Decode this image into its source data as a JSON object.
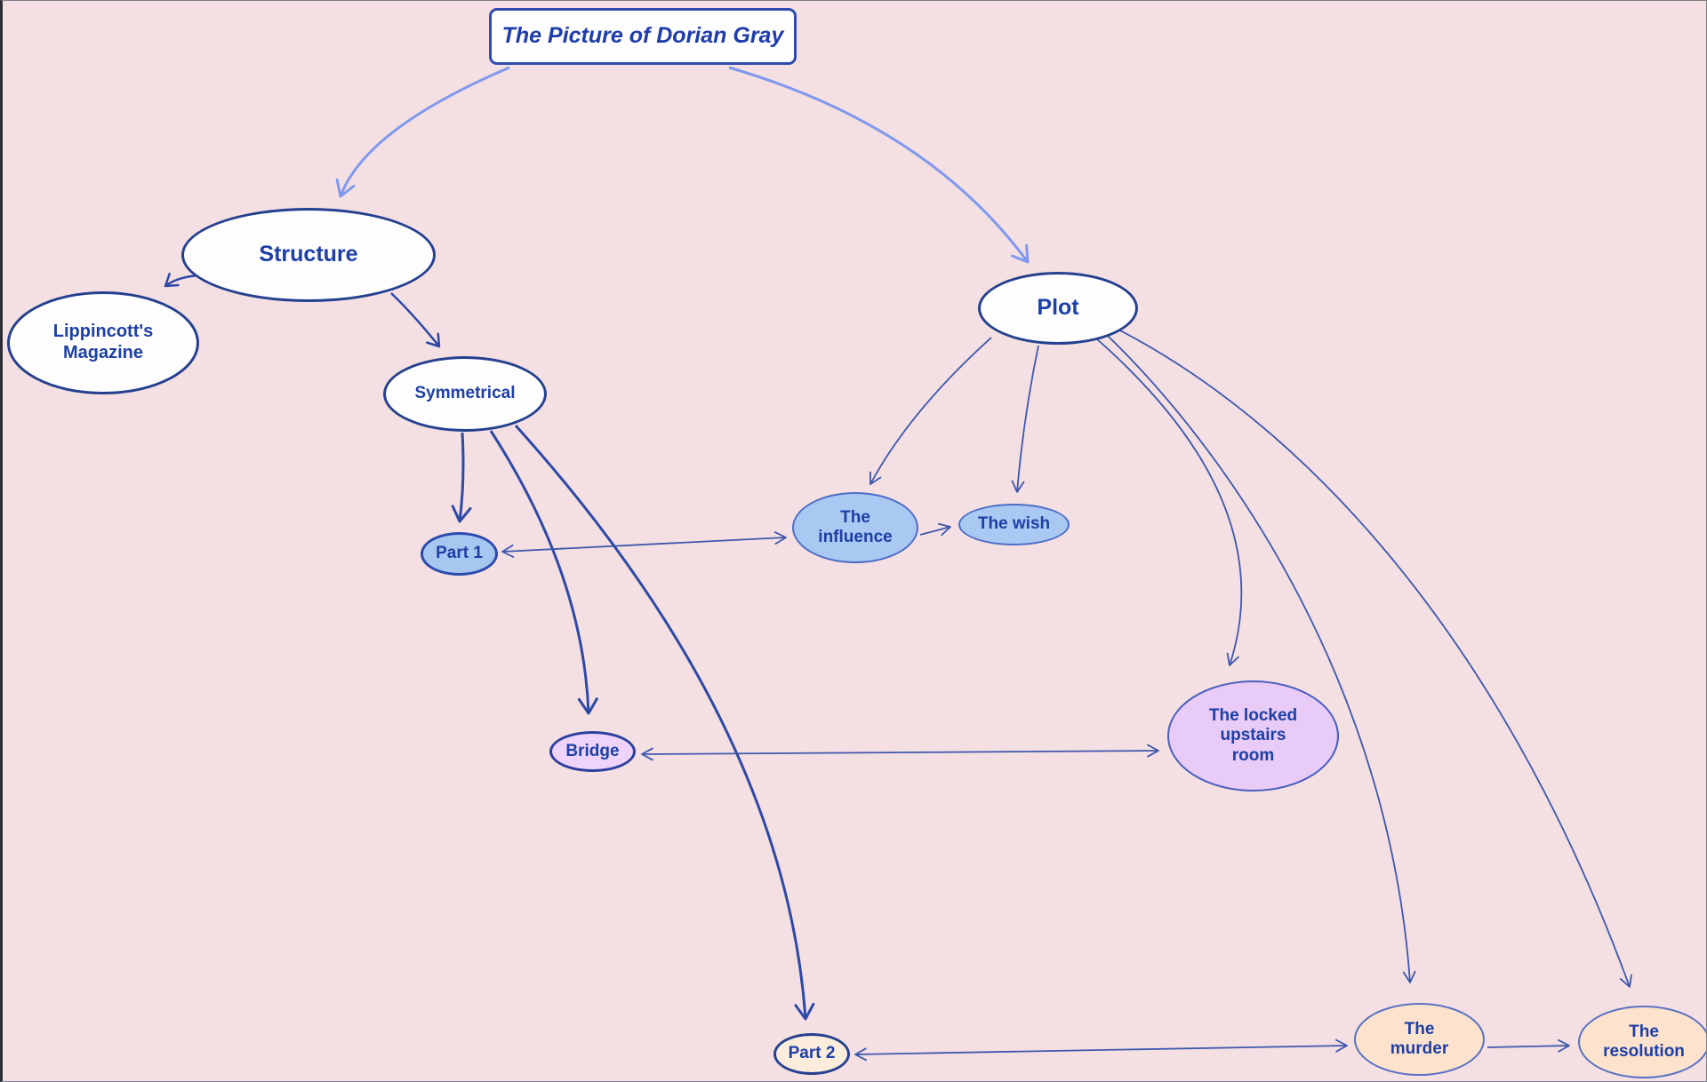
{
  "diagram": {
    "type": "mind-map",
    "root": {
      "label": "The Picture of Dorian Gray"
    },
    "nodes": {
      "structure": {
        "label": "Structure",
        "fill": "#fdfdfe",
        "border": "#24408f"
      },
      "lippincotts": {
        "label": "Lippincott's Magazine",
        "fill": "#fdfdfe",
        "border": "#24408f"
      },
      "symmetrical": {
        "label": "Symmetrical",
        "fill": "#fdfdfe",
        "border": "#24408f"
      },
      "part1": {
        "label": "Part 1",
        "fill": "#a6c7ef",
        "border": "#2b4aad"
      },
      "influence": {
        "label": "The influence",
        "fill": "#a9c9f2",
        "border": "#4b6cc8"
      },
      "wish": {
        "label": "The wish",
        "fill": "#a9c9f2",
        "border": "#4b6cc8"
      },
      "plot": {
        "label": "Plot",
        "fill": "#fdfdfe",
        "border": "#24408f"
      },
      "locked_room": {
        "label": "The locked upstairs room",
        "fill": "#e8cbf7",
        "border": "#4a5fc0"
      },
      "bridge": {
        "label": "Bridge",
        "fill": "#efd3fa",
        "border": "#2b3f9e"
      },
      "part2": {
        "label": "Part 2",
        "fill": "#fcecdc",
        "border": "#24408f"
      },
      "murder": {
        "label": "The murder",
        "fill": "#fde3cd",
        "border": "#5871c2"
      },
      "resolution": {
        "label": "The resolution",
        "fill": "#fde3cd",
        "border": "#5871c2"
      }
    },
    "edges": [
      {
        "from": "root",
        "to": "structure",
        "arrows": "end",
        "style": "light-blue-thick"
      },
      {
        "from": "root",
        "to": "plot",
        "arrows": "end",
        "style": "light-blue-thick"
      },
      {
        "from": "structure",
        "to": "lippincotts",
        "arrows": "end",
        "style": "dark-blue-medium"
      },
      {
        "from": "structure",
        "to": "symmetrical",
        "arrows": "end",
        "style": "dark-blue-medium"
      },
      {
        "from": "symmetrical",
        "to": "part1",
        "arrows": "end",
        "style": "dark-blue-thick"
      },
      {
        "from": "symmetrical",
        "to": "bridge",
        "arrows": "end",
        "style": "dark-blue-thick"
      },
      {
        "from": "symmetrical",
        "to": "part2",
        "arrows": "end",
        "style": "dark-blue-thick"
      },
      {
        "from": "part1",
        "to": "influence",
        "arrows": "both",
        "style": "blue-thin"
      },
      {
        "from": "influence",
        "to": "wish",
        "arrows": "end",
        "style": "blue-thin"
      },
      {
        "from": "plot",
        "to": "influence",
        "arrows": "end",
        "style": "blue-thin"
      },
      {
        "from": "plot",
        "to": "wish",
        "arrows": "end",
        "style": "blue-thin"
      },
      {
        "from": "plot",
        "to": "locked_room",
        "arrows": "end",
        "style": "blue-thin"
      },
      {
        "from": "plot",
        "to": "murder",
        "arrows": "end",
        "style": "blue-thin"
      },
      {
        "from": "plot",
        "to": "resolution",
        "arrows": "end",
        "style": "blue-thin"
      },
      {
        "from": "bridge",
        "to": "locked_room",
        "arrows": "both",
        "style": "blue-thin"
      },
      {
        "from": "part2",
        "to": "murder",
        "arrows": "both",
        "style": "blue-thin"
      },
      {
        "from": "murder",
        "to": "resolution",
        "arrows": "end",
        "style": "blue-thin"
      }
    ],
    "palette": {
      "background": "#f4e0e2",
      "text": "#1d3fa6",
      "edge_light": "#8099ee",
      "edge_dark": "#2e49a6",
      "edge_medium": "#3d57ae"
    }
  }
}
